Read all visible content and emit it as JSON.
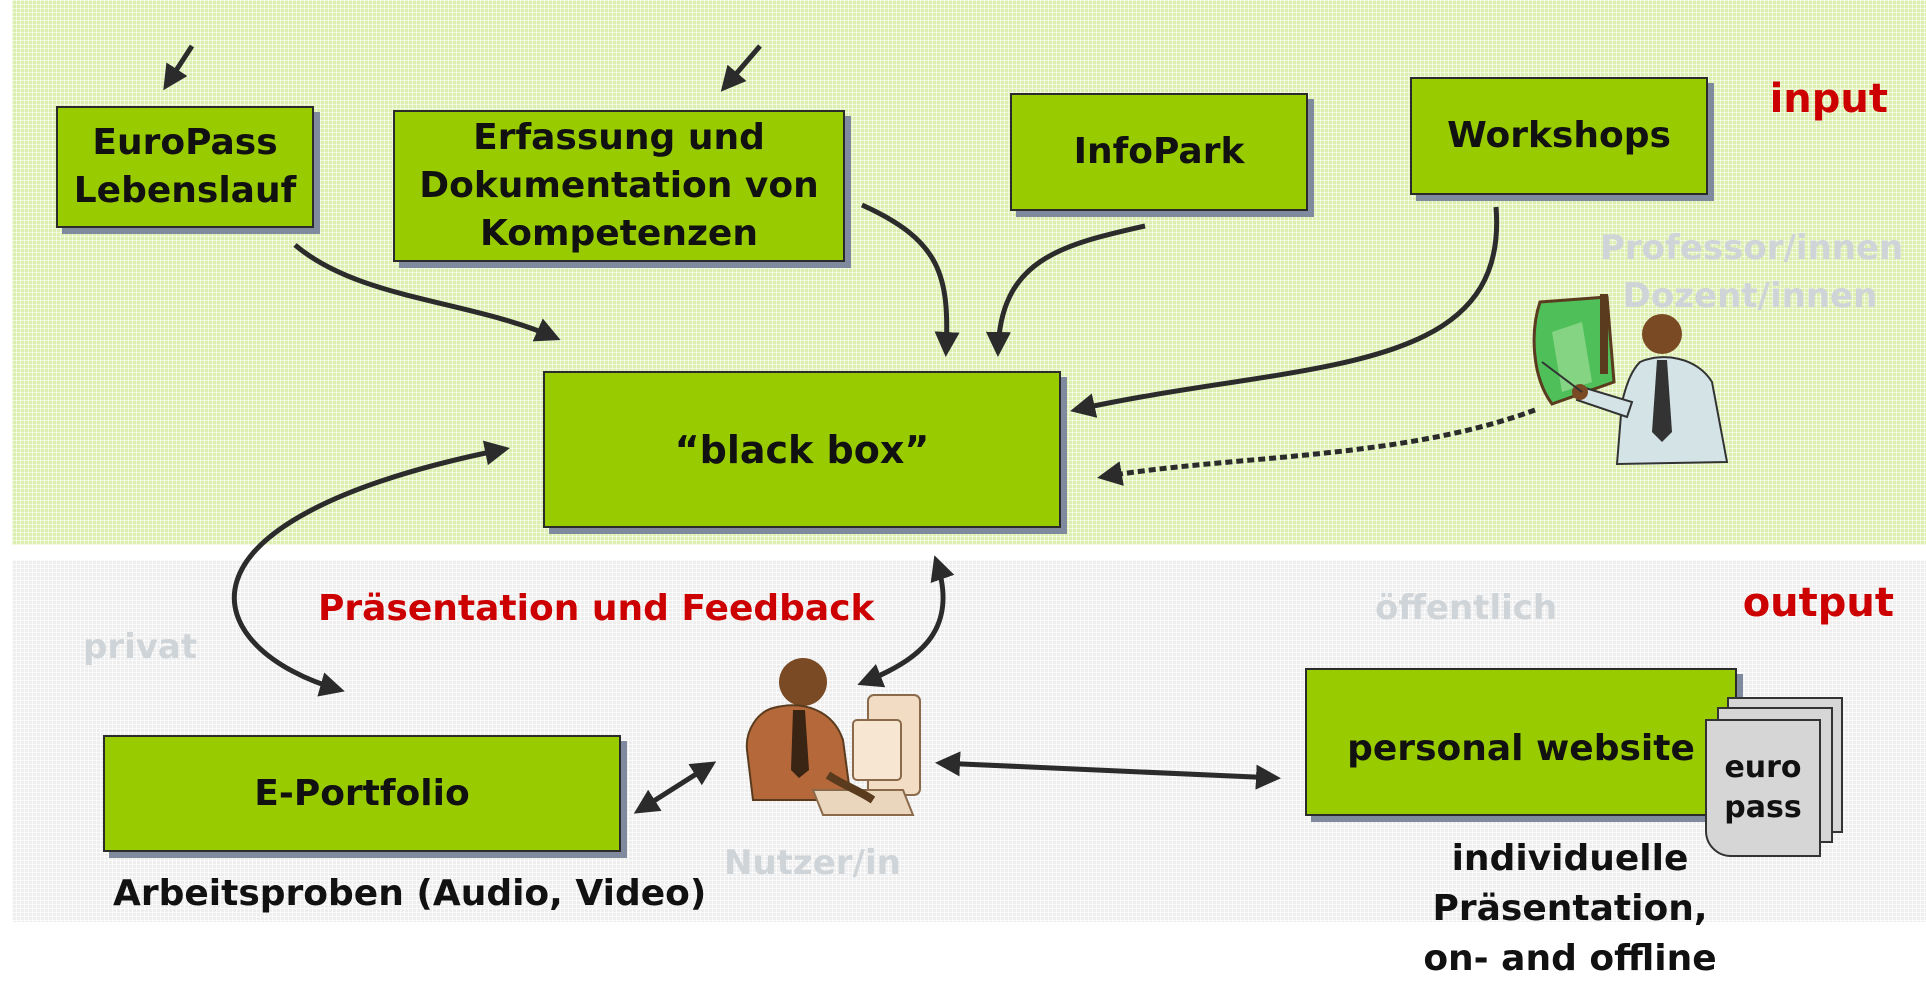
{
  "boxes": {
    "europass": "EuroPass\nLebenslauf",
    "erfassung": "Erfassung und\nDokumentation von\nKompetenzen",
    "infopark": "InfoPark",
    "workshops": "Workshops",
    "blackbox": "“black box”",
    "eportfolio": "E-Portfolio",
    "website": "personal website",
    "europass_doc": "euro\npass"
  },
  "labels": {
    "input": "input",
    "output": "output",
    "professor": "Professor/innen\nDozent/innen",
    "praesentation": "Präsentation und Feedback",
    "privat": "privat",
    "oeffentlich": "öffentlich",
    "nutzer": "Nutzer/in",
    "arbeitsproben": "Arbeitsproben (Audio, Video)",
    "individuelle": "individuelle Präsentation,\non- and offline"
  },
  "colors": {
    "box_fill": "#99cc00",
    "input_band": "#dcefb0",
    "output_band": "#eeeeee",
    "accent_red": "#cc0000",
    "arrow": "#2b2b2b"
  },
  "icons": [
    "professor-clipart-icon",
    "computer-user-clipart-icon",
    "europass-document-stack-icon"
  ]
}
